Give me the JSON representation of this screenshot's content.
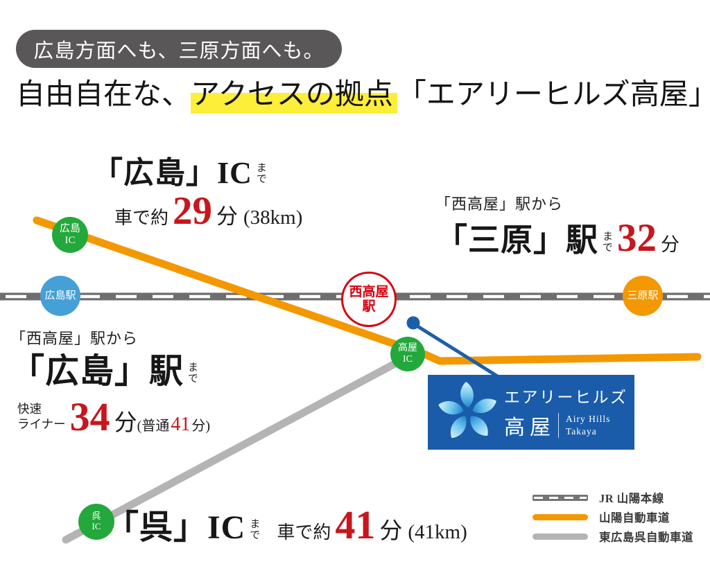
{
  "header": {
    "banner": "広島方面へも、三原方面へも。",
    "title": {
      "pre": "自由自在な、",
      "highlight": "アクセスの拠点",
      "post": "「エアリーヒルズ高屋」"
    }
  },
  "notes": {
    "hiroshima_ic": {
      "dest": "「広島」IC",
      "suffix": "まで",
      "mode": "車で約",
      "minutes": "29",
      "unit": "分",
      "distance": "(38km)"
    },
    "mihara_station": {
      "from": "「西高屋」駅から",
      "dest": "「三原」駅",
      "suffix": "まで",
      "minutes": "32",
      "unit": "分"
    },
    "hiroshima_station": {
      "from": "「西高屋」駅から",
      "dest": "「広島」駅",
      "suffix": "まで",
      "mode_line1": "快速",
      "mode_line2": "ライナー",
      "minutes": "34",
      "unit": "分",
      "alt_pre": "(普通",
      "alt_minutes": "41",
      "alt_post": "分)"
    },
    "kure_ic": {
      "dest": "「呉」IC",
      "suffix": "まで",
      "mode": "車で約",
      "minutes": "41",
      "unit": "分",
      "distance": "(41km)"
    }
  },
  "markers": {
    "hiroshima_ic": {
      "line1": "広島",
      "line2": "IC"
    },
    "hiroshima_station": {
      "label": "広島駅"
    },
    "nishitakaya_station": {
      "line1": "西高屋",
      "line2": "駅"
    },
    "mihara_station": {
      "label": "三原駅"
    },
    "takaya_ic": {
      "line1": "高屋",
      "line2": "IC"
    },
    "kure_ic": {
      "line1": "呉",
      "line2": "IC"
    }
  },
  "logo": {
    "kana": "エアリーヒルズ",
    "kanji": "高屋",
    "en_line1": "Airy Hills",
    "en_line2": "Takaya"
  },
  "legend": {
    "rail": "JR 山陽本線",
    "sanyo_expressway": "山陽自動車道",
    "higashihiroshima_kure_expressway": "東広島呉自動車道"
  },
  "colors": {
    "accent_red": "#c7161d",
    "marker_red": "#d7000f",
    "ic_green": "#23a83b",
    "station_blue": "#45a0d8",
    "expressway_orange": "#f39800",
    "rail_gray": "#6e6e6e",
    "road_gray": "#b4b4b4",
    "logo_blue": "#1a5caa",
    "highlight_yellow": "#fdee3a",
    "banner_gray": "#595757"
  }
}
